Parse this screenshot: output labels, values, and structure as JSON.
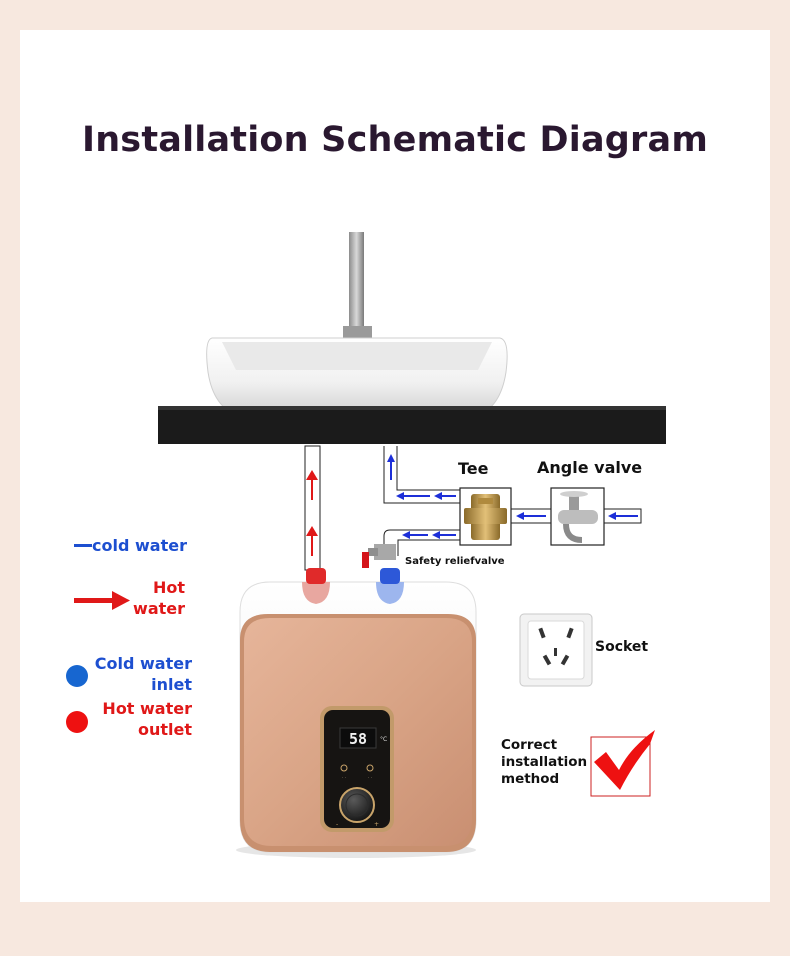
{
  "title": "Installation Schematic Diagram",
  "labels": {
    "tee": "Tee",
    "angle_valve": "Angle valve",
    "safety_relief_valve": "Safety reliefvalve",
    "socket": "Socket",
    "cold_water": "cold water",
    "hot_water_line1": "Hot",
    "hot_water_line2": "water",
    "cold_water_inlet_line1": "Cold water",
    "cold_water_inlet_line2": "inlet",
    "hot_water_outlet_line1": "Hot water",
    "hot_water_outlet_line2": "outlet",
    "correct_line1": "Correct",
    "correct_line2": "installation",
    "correct_line3": "method"
  },
  "heater_display": {
    "temperature": "58",
    "unit": "°C"
  },
  "colors": {
    "cold": "#1d4fd0",
    "hot": "#e01818",
    "heater_body": "#d9a488",
    "counter": "#1b1b1b",
    "background": "#f7e8df"
  }
}
